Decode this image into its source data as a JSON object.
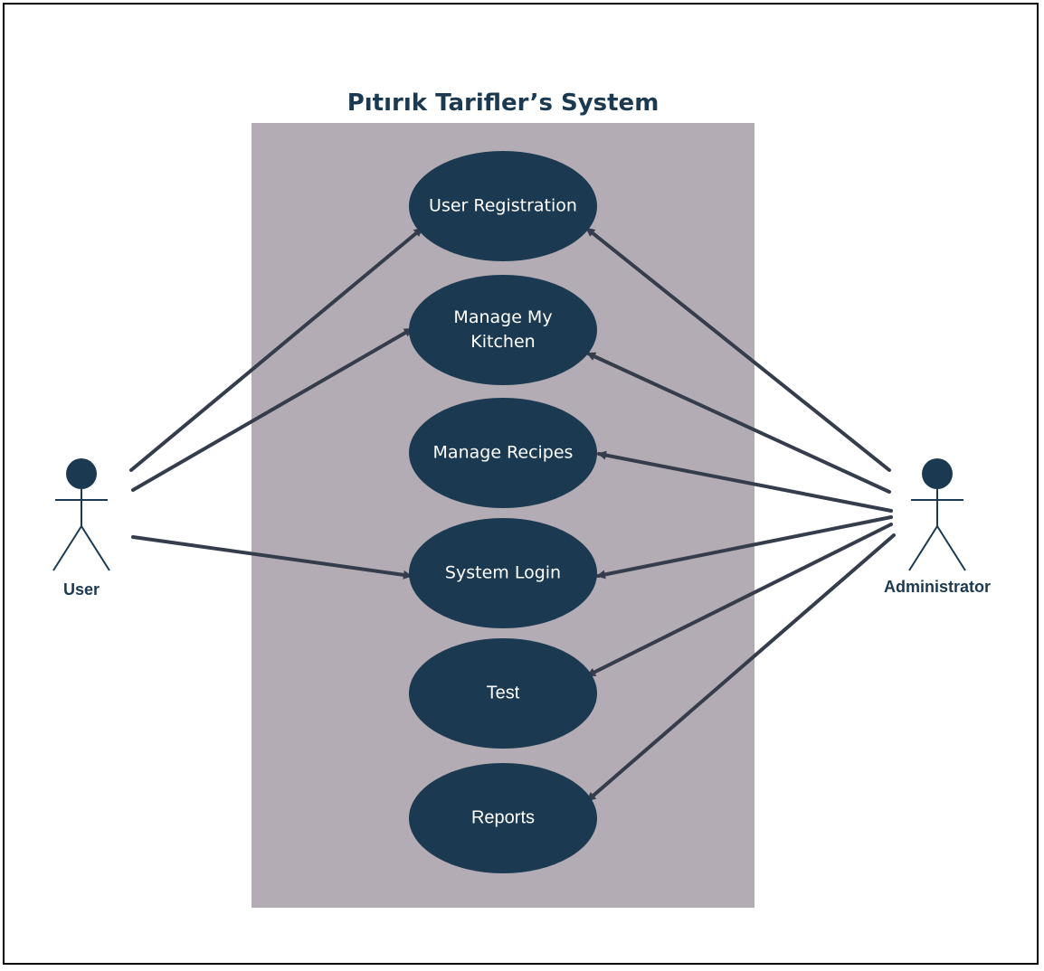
{
  "diagram": {
    "title": "Pıtırık Tarifler’s System",
    "colors": {
      "title": "#1b3a52",
      "boundary_fill": "#b4acb4",
      "usecase_fill": "#1b3a52",
      "usecase_text": "#ffffff",
      "actor": "#1b3a52",
      "line": "#353c4c"
    },
    "actors": [
      {
        "id": "user",
        "label": "User"
      },
      {
        "id": "admin",
        "label": "Administrator"
      }
    ],
    "use_cases": [
      {
        "id": "registration",
        "lines": [
          "User Registration"
        ]
      },
      {
        "id": "kitchen",
        "lines": [
          "Manage My",
          "Kitchen"
        ]
      },
      {
        "id": "recipes",
        "lines": [
          "Manage Recipes"
        ]
      },
      {
        "id": "login",
        "lines": [
          "System Login"
        ]
      },
      {
        "id": "test",
        "lines": [
          "Test"
        ]
      },
      {
        "id": "reports",
        "lines": [
          "Reports"
        ]
      }
    ],
    "associations": [
      {
        "from": "user",
        "to": "registration"
      },
      {
        "from": "user",
        "to": "kitchen"
      },
      {
        "from": "user",
        "to": "login"
      },
      {
        "from": "admin",
        "to": "registration"
      },
      {
        "from": "admin",
        "to": "kitchen"
      },
      {
        "from": "admin",
        "to": "recipes"
      },
      {
        "from": "admin",
        "to": "login"
      },
      {
        "from": "admin",
        "to": "test"
      },
      {
        "from": "admin",
        "to": "reports"
      }
    ]
  }
}
